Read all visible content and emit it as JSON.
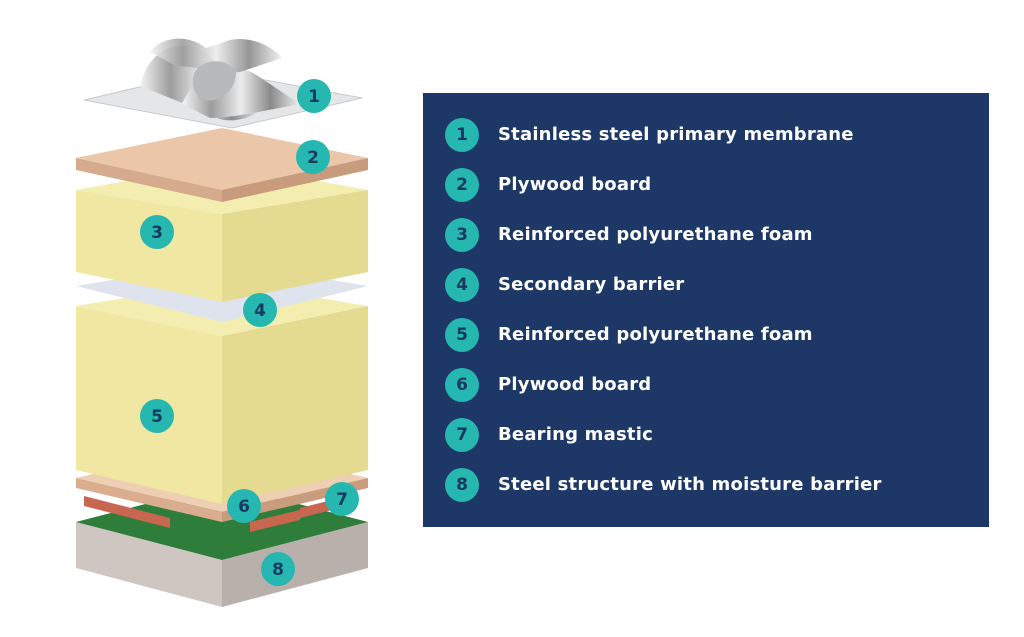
{
  "colors": {
    "panel_background": "#1d3866",
    "badge_fill": "#26b7b0",
    "badge_text": "#173a5e",
    "label_text": "#ffffff",
    "foam": "#f1eba4",
    "plywood": "#ebc5a6",
    "barrier": "#dde1ec",
    "moisture_barrier": "#2e7d3a",
    "mastic": "#c7644d",
    "steel": "#c9c0bc"
  },
  "callouts": [
    "1",
    "2",
    "3",
    "4",
    "5",
    "6",
    "7",
    "8"
  ],
  "legend": [
    {
      "number": "1",
      "label": "Stainless steel primary membrane"
    },
    {
      "number": "2",
      "label": "Plywood board"
    },
    {
      "number": "3",
      "label": "Reinforced polyurethane foam"
    },
    {
      "number": "4",
      "label": "Secondary barrier"
    },
    {
      "number": "5",
      "label": "Reinforced polyurethane foam"
    },
    {
      "number": "6",
      "label": "Plywood board"
    },
    {
      "number": "7",
      "label": "Bearing mastic"
    },
    {
      "number": "8",
      "label": "Steel structure with moisture barrier"
    }
  ]
}
